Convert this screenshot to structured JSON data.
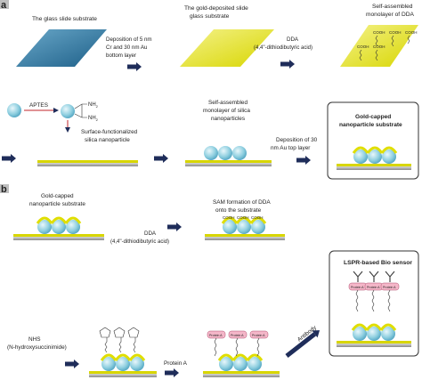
{
  "panel_a": {
    "label": "a",
    "step1_title": "The glass slide substrate",
    "step2_desc": [
      "Deposition of 5 nm",
      "Cr and 30 nm Au",
      "bottom layer"
    ],
    "step2_title": [
      "The gold-deposited slide",
      "glass  substrate"
    ],
    "step3_desc": [
      "DDA",
      "(4,4''-dithiodibutyric acid)"
    ],
    "step3_title": [
      "Self-assembled",
      "monolayer of DDA"
    ],
    "cooh": "COOH",
    "aptes": "APTES",
    "nh2": "NH",
    "nh2_sub": "2",
    "surface_np": [
      "Surface-functionalized",
      "silica nanoparticle"
    ],
    "sam_silica": [
      "Self-assembled",
      "monolayer of silica",
      "nanoparticles"
    ],
    "deposition_top": [
      "Deposition of 30",
      "nm Au top layer"
    ],
    "gold_capped_box": [
      "Gold-capped",
      "nanoparticle substrate"
    ]
  },
  "panel_b": {
    "label": "b",
    "gold_capped": [
      "Gold-capped",
      "nanoparticle substrate"
    ],
    "sam_dda": [
      "SAM formation of DDA",
      "onto the substrate"
    ],
    "dda": [
      "DDA",
      "(4,4''-dithiodibutyric acid)"
    ],
    "lspr_box": "LSPR-based Bio sensor",
    "nhs": [
      "NHS",
      "(N-hydroxysuccinimide)"
    ],
    "protein_a_arrow": "Protein A",
    "protein_a_label": "Protein A",
    "antibody": "Antibody"
  }
}
